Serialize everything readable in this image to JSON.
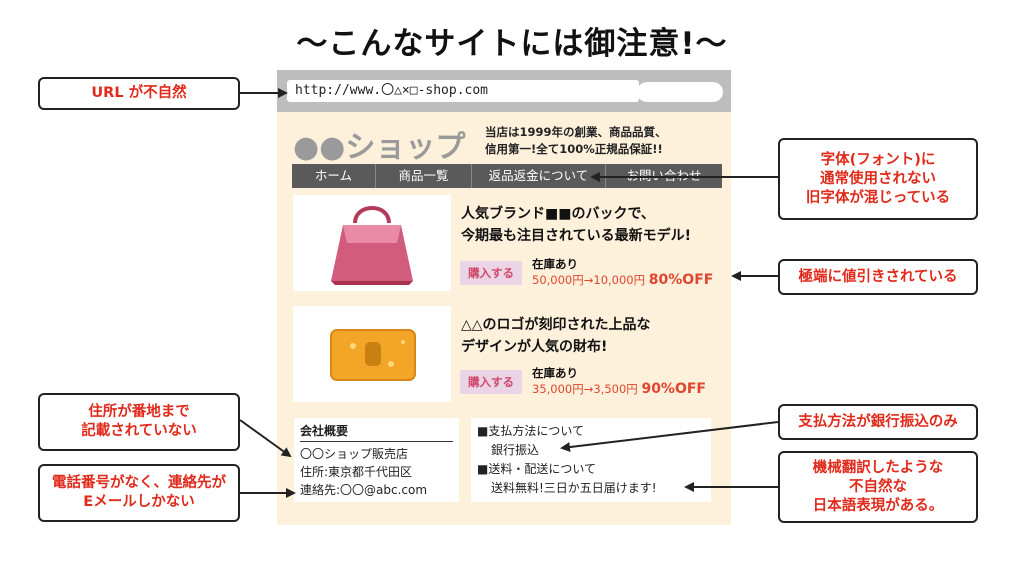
{
  "title": "〜こんなサイトには御注意!〜",
  "browser": {
    "url": "http://www.〇△×□-shop.com"
  },
  "shop": {
    "name": "●●ショップ",
    "tagline_1": "当店は1999年の創業、商品品質、",
    "tagline_2": "信用第一!全て100%正規品保証!!"
  },
  "nav": [
    "ホーム",
    "商品一覧",
    "返品返金について",
    "お問い合わせ"
  ],
  "products": [
    {
      "title_1": "人気ブランド■■のバックで、",
      "title_2": "今期最も注目されている最新モデル!",
      "buy_label": "購入する",
      "stock": "在庫あり",
      "price": "50,000円→10,000円",
      "discount": "80%OFF"
    },
    {
      "title_1": "△△のロゴが刻印された上品な",
      "title_2": "デザインが人気の財布!",
      "buy_label": "購入する",
      "stock": "在庫あり",
      "price": "35,000円→3,500円",
      "discount": "90%OFF"
    }
  ],
  "company": {
    "heading": "会社概要",
    "name": "〇〇ショップ販売店",
    "address": "住所:東京都千代田区",
    "contact": "連絡先:〇〇@abc.com"
  },
  "payment": {
    "method_heading": "■支払方法について",
    "method": "銀行振込",
    "shipping_heading": "■送料・配送について",
    "shipping": "送料無料!三日か五日届けます!"
  },
  "callouts": {
    "url": "URL が不自然",
    "font": "字体(フォント)に\n通常使用されない\n旧字体が混じっている",
    "discount": "極端に値引きされている",
    "address": "住所が番地まで\n記載されていない",
    "phone": "電話番号がなく、連絡先が\nEメールしかない",
    "payment": "支払方法が銀行振込のみ",
    "translation": "機械翻訳したような\n不自然な\n日本語表現がある。"
  },
  "colors": {
    "callout_text": "#e02a1c",
    "page_bg": "#fdf1dc",
    "price": "#e0462f",
    "buy_button_bg": "#ead4e6"
  }
}
